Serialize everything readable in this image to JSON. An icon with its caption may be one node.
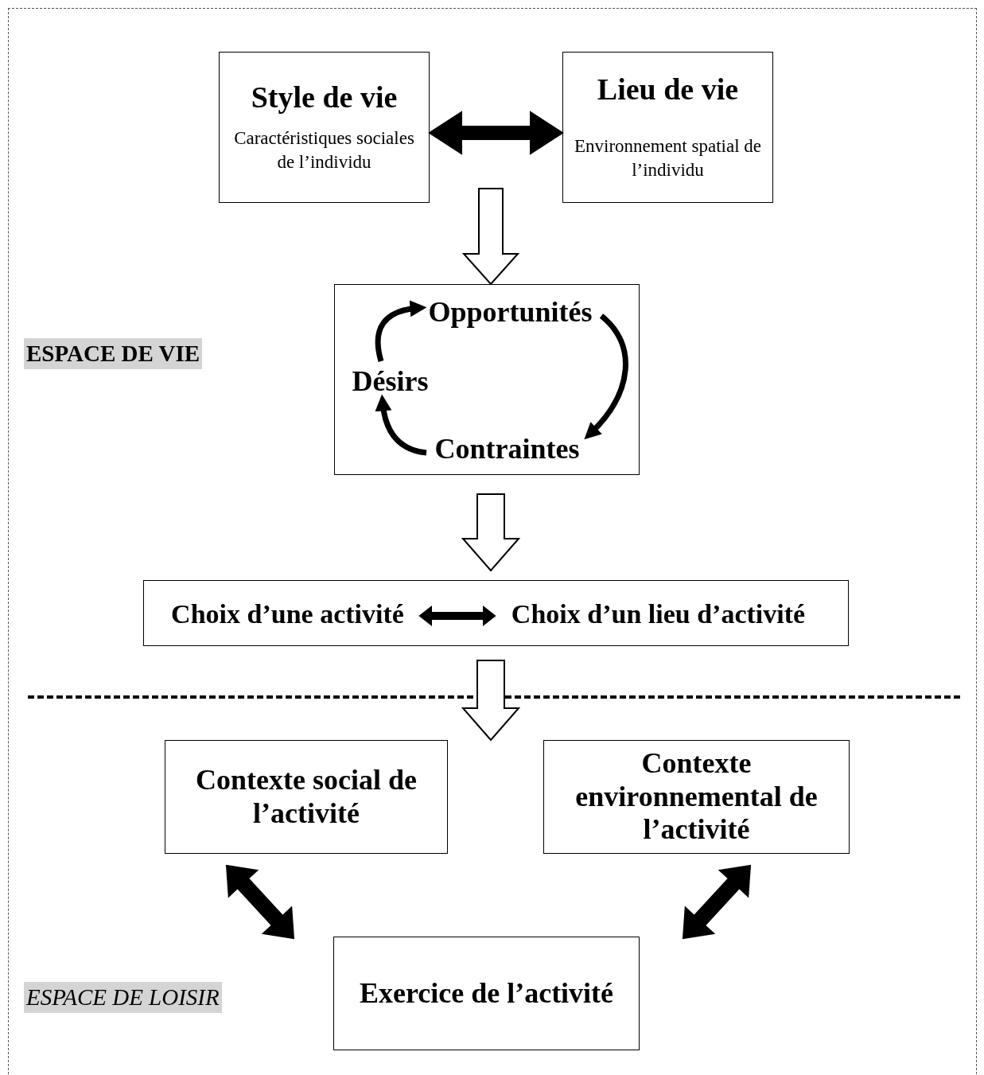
{
  "diagram": {
    "nodes": [
      {
        "text": [
          "Style de vie",
          "Caractéristiques sociales de l’individu"
        ]
      },
      {
        "text": [
          "Lieu de vie",
          "Environnement spatial de l’individu"
        ]
      },
      {
        "text": [],
        "shape": "box"
      },
      {
        "text": [
          "Opportunités"
        ],
        "in": 2
      },
      {
        "text": [
          "Désirs"
        ],
        "in": 2
      },
      {
        "text": [
          "Contraintes"
        ],
        "in": 2
      },
      {
        "text": [],
        "shape": "box"
      },
      {
        "text": [
          "Choix d’une activité"
        ],
        "in": 6
      },
      {
        "text": [
          "Choix d’un lieu d’activité"
        ],
        "in": 6
      },
      {
        "text": [
          "Contexte social de l’activité"
        ]
      },
      {
        "text": [
          "Contexte environnemental de l’activité"
        ]
      },
      {
        "text": [
          "Exercice de l’activité"
        ]
      }
    ],
    "edges": [
      {
        "from": 0,
        "to": 1,
        "arrow": "both",
        "style": "thick"
      },
      {
        "from": 0,
        "to": 2,
        "arrow": "to"
      },
      {
        "from": 1,
        "to": 2,
        "arrow": "to"
      },
      {
        "from": 3,
        "to": 5,
        "arrow": "to"
      },
      {
        "from": 5,
        "to": 4,
        "arrow": "to"
      },
      {
        "from": 4,
        "to": 3,
        "arrow": "to"
      },
      {
        "from": 2,
        "to": 6,
        "arrow": "to"
      },
      {
        "from": 7,
        "to": 8,
        "arrow": "both",
        "style": "thick"
      },
      {
        "from": 6,
        "to": 9,
        "arrow": "to"
      },
      {
        "from": 6,
        "to": 10,
        "arrow": "to"
      },
      {
        "from": 9,
        "to": 11,
        "arrow": "both",
        "style": "thick"
      },
      {
        "from": 10,
        "to": 11,
        "arrow": "both",
        "style": "thick"
      }
    ],
    "labels": [
      "ESPACE DE VIE",
      "ESPACE DE LOISIR"
    ]
  }
}
